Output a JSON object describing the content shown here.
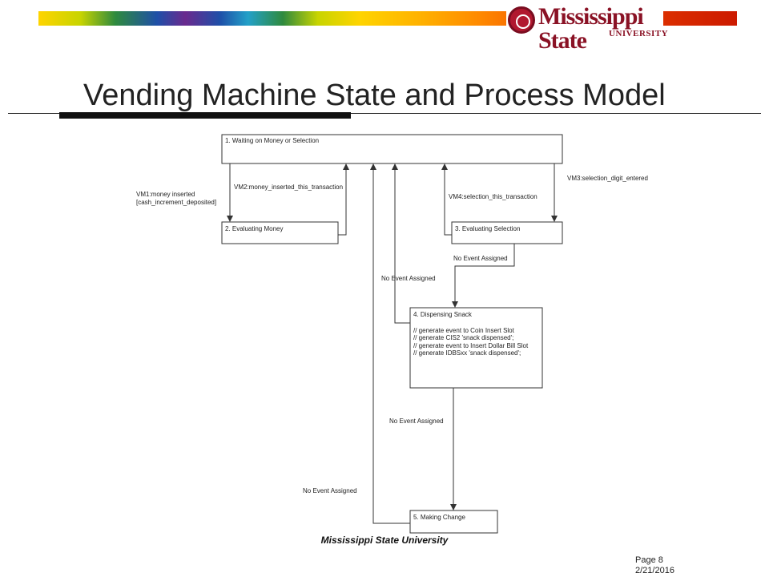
{
  "header": {
    "logo_text": "Mississippi State",
    "logo_subtext": "UNIVERSITY"
  },
  "slide": {
    "title": "Vending Machine State and Process Model"
  },
  "diagram": {
    "states": [
      {
        "id": "s1",
        "label": "1.  Waiting on Money or Selection"
      },
      {
        "id": "s2",
        "label": "2.  Evaluating Money"
      },
      {
        "id": "s3",
        "label": "3.  Evaluating Selection"
      },
      {
        "id": "s4",
        "label": "4.  Dispensing Snack",
        "body": [
          "// generate event to Coin Insert Slot",
          "// generate CIS2 'snack dispensed';",
          "// generate event to Insert Dollar Bill Slot",
          "// generate IDBSxx 'snack dispensed';"
        ]
      },
      {
        "id": "s5",
        "label": "5.  Making Change"
      }
    ],
    "transitions": {
      "vm1_line1": "VM1:money inserted",
      "vm1_line2": "[cash_increment_deposited]",
      "vm2": "VM2:money_inserted_this_transaction",
      "vm3": "VM3:selection_digit_entered",
      "vm4": "VM4:selection_this_transaction",
      "no_event_3_4": "No Event Assigned",
      "no_event_4_1": "No Event Assigned",
      "no_event_4_5": "No Event Assigned",
      "no_event_5_1": "No Event Assigned"
    }
  },
  "footer": {
    "institution": "Mississippi State University",
    "page": "Page 8",
    "date": "2/21/2016"
  },
  "colors": {
    "logo_maroon": "#8a1225",
    "line": "#333333"
  }
}
